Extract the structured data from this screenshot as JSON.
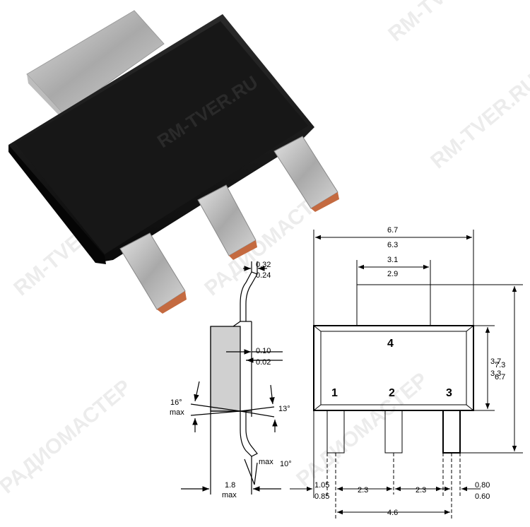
{
  "photo": {
    "marking": "RM-TVER.RU"
  },
  "watermark": {
    "texts": [
      "RM-TVER.RU",
      "РАДИОМАСТЕР",
      "RM-TVER.RU",
      "РАДИОМАСТЕР",
      "RM-TVER.RU",
      "РАДИОМАСТЕР"
    ]
  },
  "top_view": {
    "pins": [
      "1",
      "2",
      "3",
      "4"
    ],
    "dims": {
      "width_max": "6.7",
      "width_min": "6.3",
      "tab_max": "3.1",
      "tab_min": "2.9",
      "body_h_max": "3.7",
      "body_h_min": "3.3",
      "total_h_max": "7.3",
      "total_h_min": "6.7",
      "pitch_a": "2.3",
      "pitch_b": "2.3",
      "span": "4.6",
      "lead_w_max": "1.05",
      "lead_w_min": "0.85",
      "tip_max": "0.80",
      "tip_min": "0.60"
    }
  },
  "side_view": {
    "dims": {
      "thick_max": "0.32",
      "thick_min": "0.24",
      "standoff_max": "0.10",
      "standoff_min": "0.02",
      "angle_left": "16°",
      "angle_left_note": "max",
      "angle_right": "13°",
      "angle_bottom_note": "max",
      "angle_bottom": "10°",
      "height_val": "1.8",
      "height_note": "max"
    }
  }
}
